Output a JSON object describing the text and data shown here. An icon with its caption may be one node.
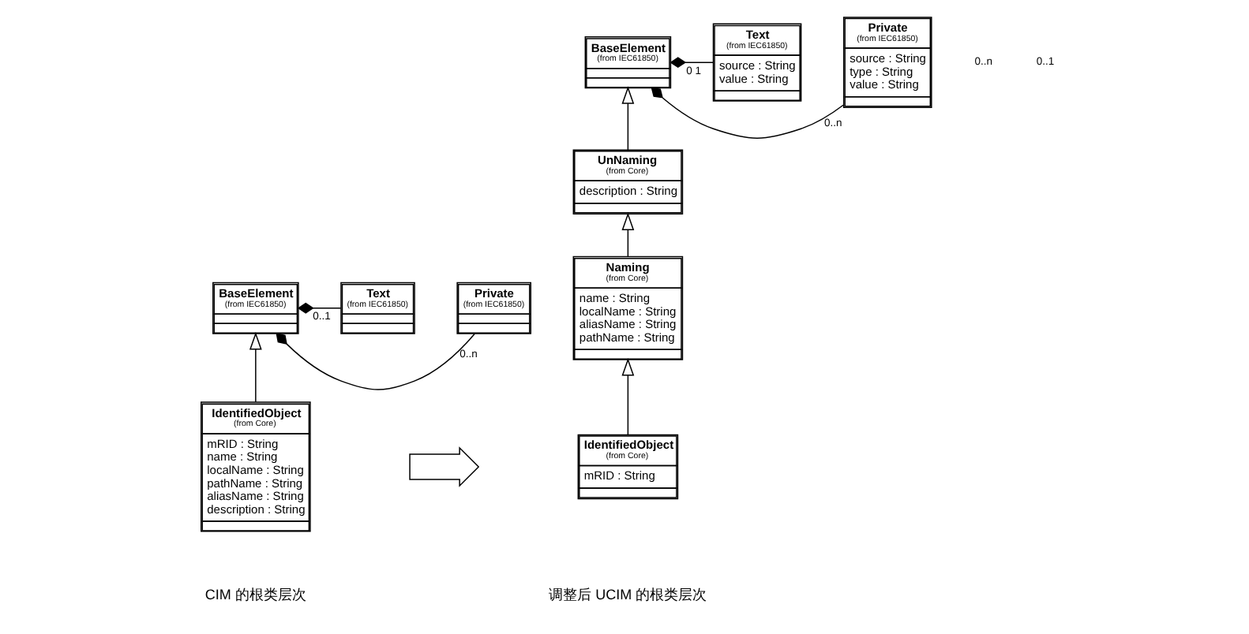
{
  "diagram": {
    "nodes": [
      {
        "text": [
          "BaseElement",
          "(from IEC61850)"
        ]
      },
      {
        "text": [
          "Text",
          "(from IEC61850)"
        ]
      },
      {
        "text": [
          "Private",
          "(from IEC61850)"
        ]
      },
      {
        "text": [
          "IdentifiedObject",
          "(from Core)",
          "mRID : String",
          "name : String",
          "localName : String",
          "pathName : String",
          "aliasName : String",
          "description : String"
        ]
      },
      {
        "text": [],
        "shape": "arrow"
      },
      {
        "text": [
          "BaseElement",
          "(from IEC61850)"
        ]
      },
      {
        "text": [
          "Text",
          "(from IEC61850)",
          "source : String",
          "value : String"
        ]
      },
      {
        "text": [
          "Private",
          "(from IEC61850)",
          "source : String",
          "type : String",
          "value : String"
        ]
      },
      {
        "text": [
          "UnNaming",
          "(from Core)",
          "description : String"
        ]
      },
      {
        "text": [
          "Naming",
          "(from Core)",
          "name : String",
          "localName : String",
          "aliasName : String",
          "pathName : String"
        ]
      },
      {
        "text": [
          "IdentifiedObject",
          "(from Core)",
          "mRID : String"
        ]
      }
    ],
    "edges": [
      {
        "from": 0,
        "to": 1,
        "arrow": "other",
        "label": "0..1"
      },
      {
        "from": 0,
        "to": 2,
        "arrow": "other",
        "label": "0..n"
      },
      {
        "from": 3,
        "to": 0,
        "arrow": "to"
      },
      {
        "from": 5,
        "to": 6,
        "arrow": "other",
        "label": "0 1"
      },
      {
        "from": 5,
        "to": 7,
        "arrow": "other",
        "label": "0..n"
      },
      {
        "from": 8,
        "to": 5,
        "arrow": "to"
      },
      {
        "from": 9,
        "to": 8,
        "arrow": "to"
      },
      {
        "from": 10,
        "to": 9,
        "arrow": "to"
      }
    ],
    "labels": [
      "0..n",
      "0..1",
      "CIM 的根类层次",
      "调整后 UCIM 的根类层次"
    ]
  }
}
